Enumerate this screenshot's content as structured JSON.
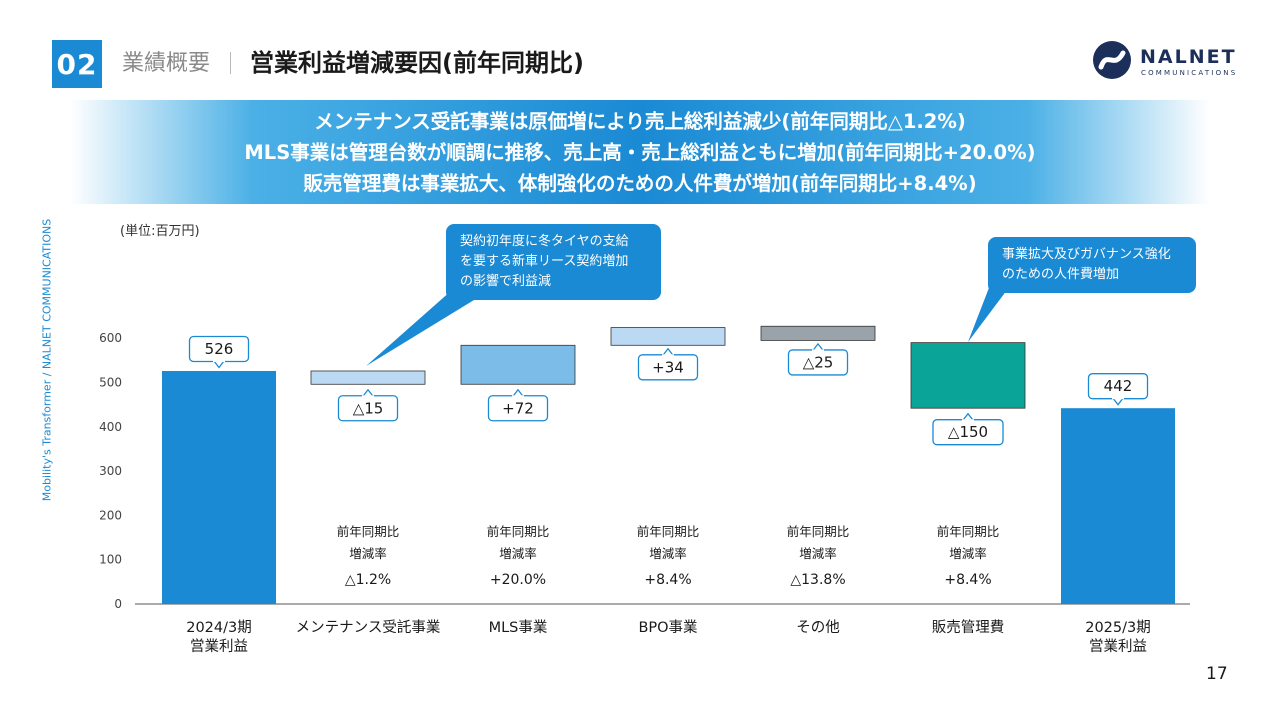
{
  "header": {
    "section_number": "02",
    "breadcrumb": "業績概要",
    "title": "営業利益増減要因(前年同期比)",
    "logo_name": "NALNET",
    "logo_sub": "COMMUNICATIONS"
  },
  "banner": {
    "lines": [
      "メンテナンス受託事業は原価増により売上総利益減少(前年同期比△1.2%)",
      "MLS事業は管理台数が順調に推移、売上高・売上総利益ともに増加(前年同期比+20.0%)",
      "販売管理費は事業拡大、体制強化のための人件費が増加(前年同期比+8.4%)"
    ]
  },
  "side_label": "Mobility's Transformer / NALNET COMMUNICATIONS",
  "page_number": "17",
  "callouts": [
    {
      "text_lines": [
        "契約初年度に冬タイヤの支給",
        "を要する新車リース契約増加",
        "の影響で利益減"
      ]
    },
    {
      "text_lines": [
        "事業拡大及びガバナンス強化",
        "のための人件費増加"
      ]
    }
  ],
  "colors": {
    "brand": "#1a8ad4",
    "total_bar": "#1a8ad4",
    "maintenance": "#bcd9f3",
    "mls": "#7cbce9",
    "bpo": "#bcd9f3",
    "other": "#9aa2aa",
    "sga": "#0aa598",
    "axis": "#555555",
    "grid": "#dddddd"
  },
  "chart_data": {
    "type": "bar",
    "subtype": "waterfall",
    "unit_label": "(単位:百万円)",
    "ylim": [
      0,
      600
    ],
    "yticks": [
      0,
      100,
      200,
      300,
      400,
      500,
      600
    ],
    "categories": [
      [
        "2024/3期",
        "営業利益"
      ],
      [
        "メンテナンス受託事業"
      ],
      [
        "MLS事業"
      ],
      [
        "BPO事業"
      ],
      [
        "その他"
      ],
      [
        "販売管理費"
      ],
      [
        "2025/3期",
        "営業利益"
      ]
    ],
    "bars": [
      {
        "kind": "total",
        "base": 0,
        "top": 526,
        "label": "526"
      },
      {
        "kind": "delta",
        "base": 496,
        "top": 526,
        "label": "△15"
      },
      {
        "kind": "delta",
        "base": 496,
        "top": 584,
        "label": "+72"
      },
      {
        "kind": "delta",
        "base": 584,
        "top": 624,
        "label": "+34"
      },
      {
        "kind": "delta",
        "base": 595,
        "top": 627,
        "label": "△25"
      },
      {
        "kind": "delta",
        "base": 442,
        "top": 590,
        "label": "△150"
      },
      {
        "kind": "total",
        "base": 0,
        "top": 442,
        "label": "442"
      }
    ],
    "yoy_header": [
      "前年同期比",
      "増減率"
    ],
    "yoy_rates": [
      "△1.2%",
      "+20.0%",
      "+8.4%",
      "△13.8%",
      "+8.4%"
    ]
  }
}
